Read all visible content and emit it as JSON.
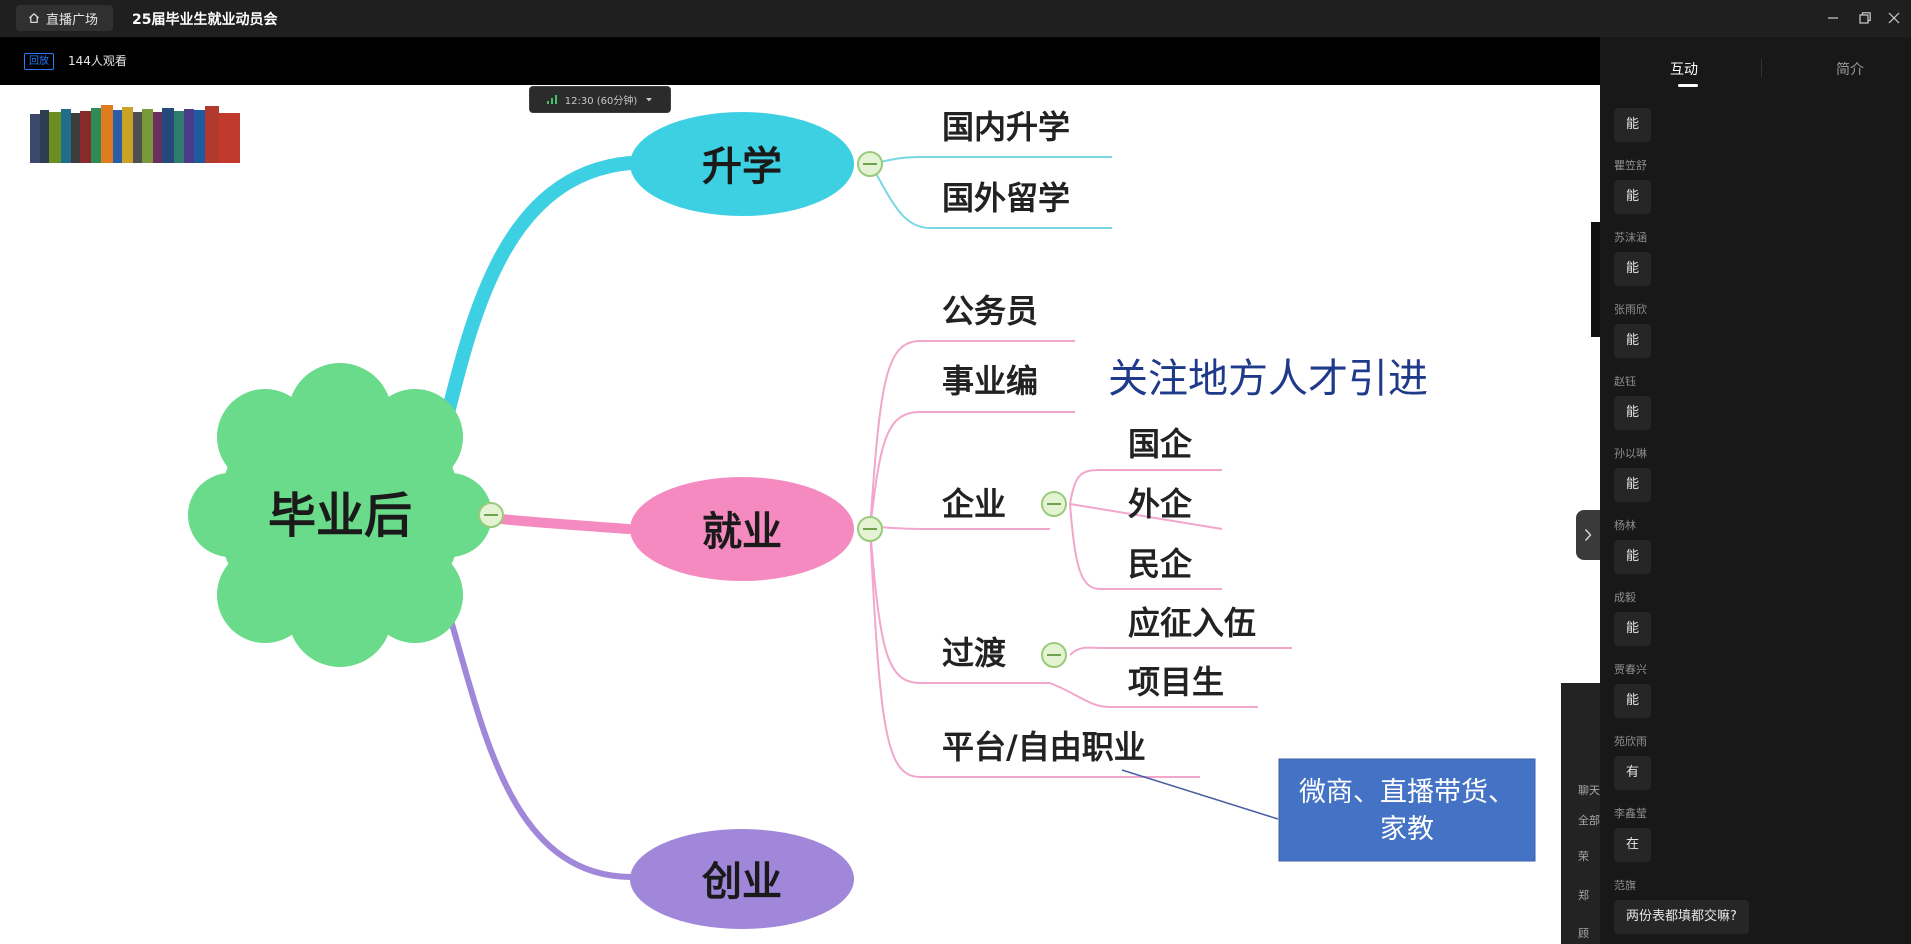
{
  "titlebar": {
    "home_label": "直播广场",
    "title": "25届毕业生就业动员会",
    "icons": [
      "home-icon",
      "minimize-icon",
      "restore-icon",
      "close-icon"
    ]
  },
  "topbar": {
    "replay_badge": "回放",
    "viewers": "144人观看"
  },
  "player": {
    "timer": "12:30 (60分钟)"
  },
  "mindmap": {
    "root": "毕业后",
    "branches": {
      "further_study": "升学",
      "employment": "就业",
      "startup": "创业"
    },
    "study_items": [
      "国内升学",
      "国外留学"
    ],
    "job_items": [
      "公务员",
      "事业编",
      "企业",
      "过渡",
      "平台/自由职业"
    ],
    "note": "关注地方人才引进",
    "enterprise_items": [
      "国企",
      "外企",
      "民企"
    ],
    "transition_items": [
      "应征入伍",
      "项目生"
    ],
    "callout_line1": "微商、直播带货、",
    "callout_line2": "家教",
    "colors": {
      "study": "#3dd0e2",
      "employment": "#f48ac0",
      "startup": "#a187da",
      "root": "#69db8a",
      "callout": "#4472c4"
    }
  },
  "background_chat": [
    "聊天",
    "全部",
    "荣",
    "郑",
    "顾"
  ],
  "panel": {
    "tab_interact": "互动",
    "tab_intro": "简介",
    "messages": [
      {
        "name": "",
        "text": "能"
      },
      {
        "name": "瞿笠舒",
        "text": "能"
      },
      {
        "name": "苏沫涵",
        "text": "能"
      },
      {
        "name": "张雨欣",
        "text": "能"
      },
      {
        "name": "赵钰",
        "text": "能"
      },
      {
        "name": "孙以琳",
        "text": "能"
      },
      {
        "name": "杨林",
        "text": "能"
      },
      {
        "name": "成毅",
        "text": "能"
      },
      {
        "name": "贾春兴",
        "text": "能"
      },
      {
        "name": "苑欣雨",
        "text": "有"
      },
      {
        "name": "李鑫莹",
        "text": "在"
      },
      {
        "name": "范旗",
        "text": "两份表都填都交嘛?"
      }
    ]
  }
}
